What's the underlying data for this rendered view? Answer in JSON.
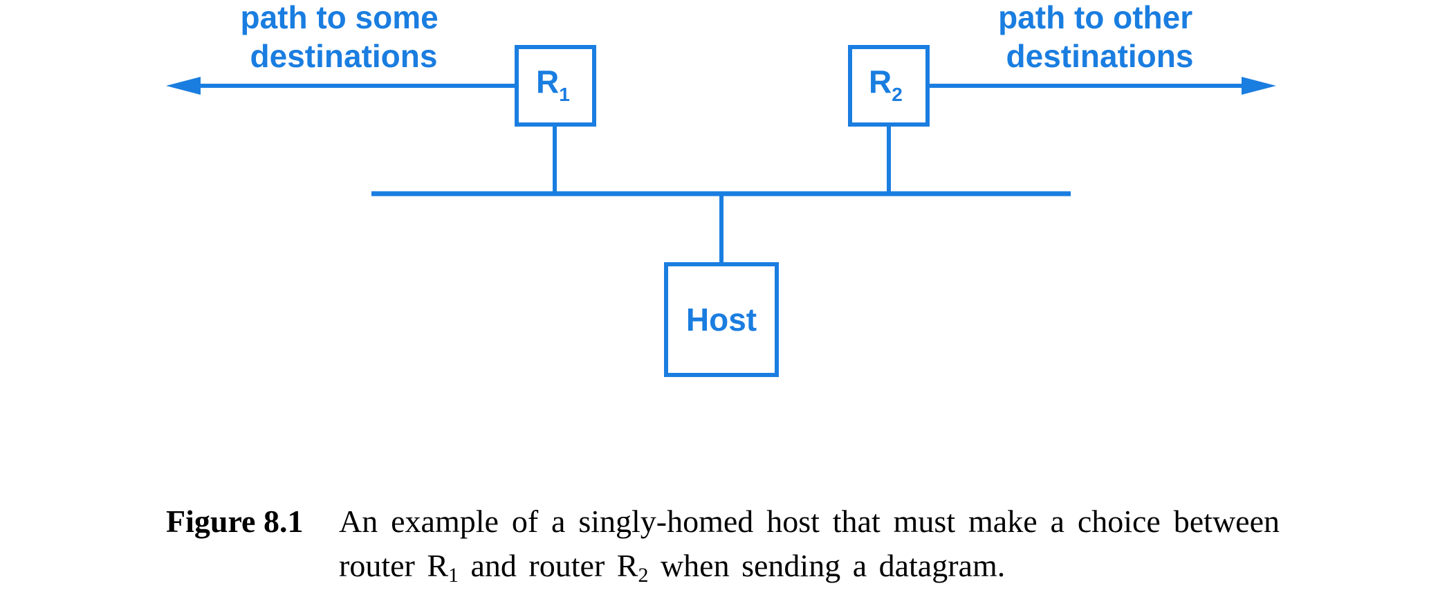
{
  "colors": {
    "diagram_blue": "#1a7de0",
    "caption_text": "#000000",
    "background": "#ffffff"
  },
  "diagram": {
    "left_path_label": [
      "path to some",
      "destinations"
    ],
    "right_path_label": [
      "path to other",
      "destinations"
    ],
    "router1": {
      "letter": "R",
      "subscript": "1"
    },
    "router2": {
      "letter": "R",
      "subscript": "2"
    },
    "host": {
      "label": "Host"
    }
  },
  "caption": {
    "figure_number": "Figure 8.1",
    "text_part1": "An example of a singly-homed host that must make a choice between router R",
    "router1_sub": "1",
    "text_part2": " and router R",
    "router2_sub": "2",
    "text_part3": " when sending a datagram."
  }
}
